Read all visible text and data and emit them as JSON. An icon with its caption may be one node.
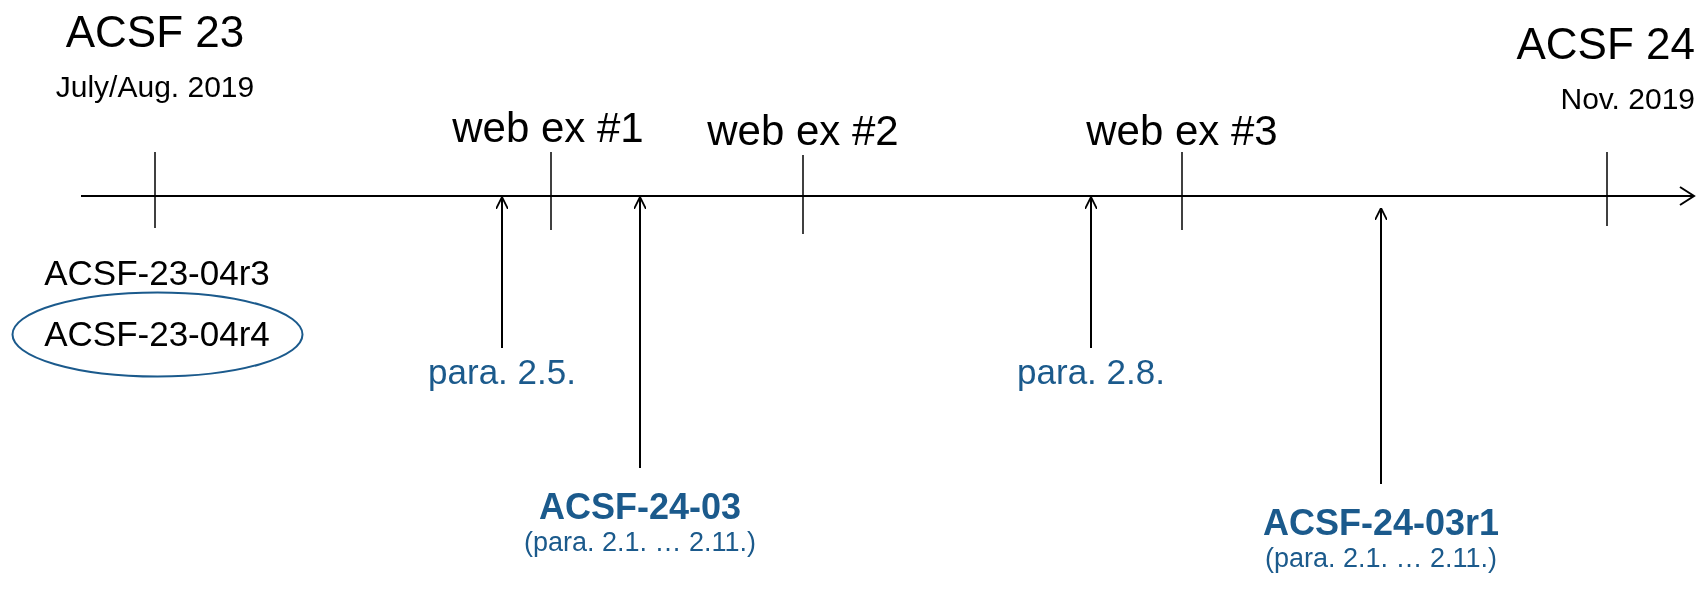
{
  "diagram": {
    "nodes": [
      {
        "text": [
          "para. 2.5."
        ]
      },
      {
        "text": [
          "ACSF-24-03",
          "(para. 2.1. … 2.11.)"
        ]
      },
      {
        "text": [
          "para. 2.8."
        ]
      },
      {
        "text": [
          "ACSF-24-03r1",
          "(para. 2.1. … 2.11.)"
        ]
      },
      {
        "text": [
          "ACSF-23-04r4"
        ]
      }
    ],
    "edges": [
      {
        "from": 0,
        "to": null,
        "arrow": "to"
      },
      {
        "from": 1,
        "to": null,
        "arrow": "to"
      },
      {
        "from": 2,
        "to": null,
        "arrow": "to"
      },
      {
        "from": 3,
        "to": null,
        "arrow": "to"
      }
    ],
    "labels": [
      "ACSF 23",
      "July/Aug. 2019",
      "ACSF 24",
      "Nov. 2019",
      "web ex #1",
      "web ex #2",
      "web ex #3",
      "ACSF-23-04r3"
    ]
  }
}
